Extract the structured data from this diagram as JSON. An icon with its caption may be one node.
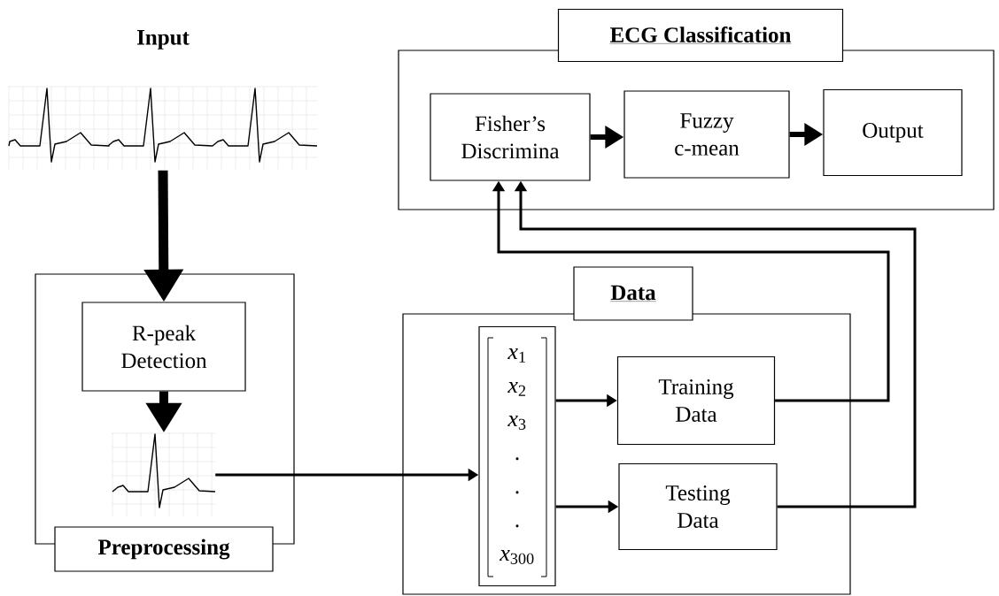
{
  "diagram": {
    "nodes": [
      {
        "text": [],
        "shape": "picture",
        "beside": [
          "Input"
        ]
      },
      {
        "text": [
          "Preprocessing"
        ]
      },
      {
        "text": [
          "R-peak Detection"
        ],
        "in": 1
      },
      {
        "text": [],
        "shape": "picture",
        "in": 1
      },
      {
        "text": [
          "Data"
        ]
      },
      {
        "text": [
          "*x*$_{1}$",
          "*x*$_{2}$",
          "*x*$_{3}$",
          ".",
          ".",
          ".",
          "*x*$_{300}$"
        ],
        "in": 4
      },
      {
        "text": [
          "Training Data"
        ],
        "in": 4
      },
      {
        "text": [
          "Testing Data"
        ],
        "in": 4
      },
      {
        "text": [
          "ECG Classification"
        ]
      },
      {
        "text": [
          "Fisher’s Discrimina"
        ],
        "in": 8
      },
      {
        "text": [
          "Fuzzy c-mean"
        ],
        "in": 8
      },
      {
        "text": [
          "Output"
        ],
        "in": 8
      }
    ],
    "edges": [
      {
        "from": 0,
        "to": 2,
        "arrow": "to",
        "style": "thick"
      },
      {
        "from": 2,
        "to": 3,
        "arrow": "to",
        "style": "thick"
      },
      {
        "from": 3,
        "to": 5,
        "arrow": "to"
      },
      {
        "from": 5,
        "to": 6,
        "arrow": "to"
      },
      {
        "from": 5,
        "to": 7,
        "arrow": "to"
      },
      {
        "from": 6,
        "to": 9,
        "arrow": "to"
      },
      {
        "from": 7,
        "to": 9,
        "arrow": "to"
      },
      {
        "from": 9,
        "to": 10,
        "arrow": "to",
        "style": "thick"
      },
      {
        "from": 10,
        "to": 11,
        "arrow": "to",
        "style": "thick"
      }
    ]
  }
}
